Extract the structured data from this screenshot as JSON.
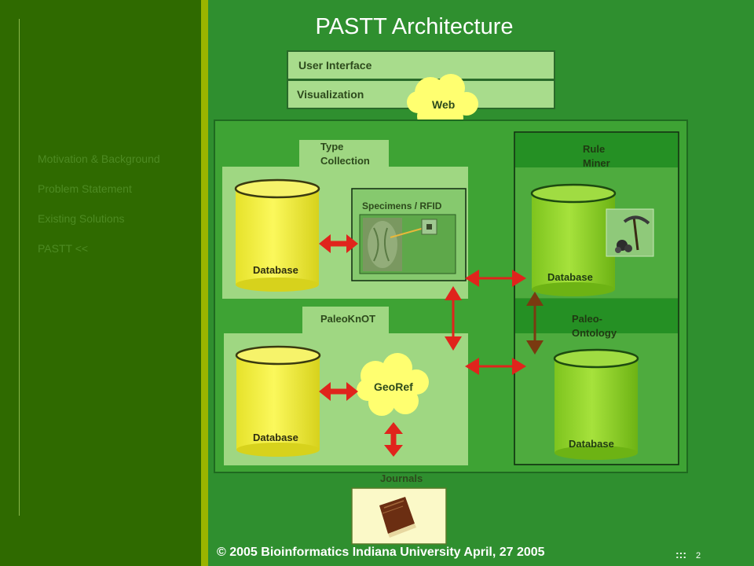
{
  "slide": {
    "title": "PASTT Architecture",
    "footer": "© 2005 Bioinformatics Indiana University  April, 27 2005",
    "footer_dots": ":::",
    "page_number": "2"
  },
  "nav": {
    "items": [
      {
        "label": "Motivation & Background"
      },
      {
        "label": "Problem Statement"
      },
      {
        "label": "Existing Solutions"
      },
      {
        "label": "PASTT <<"
      }
    ]
  },
  "diagram": {
    "user_interface": "User Interface",
    "visualization": "Visualization",
    "web": "Web",
    "type_collection": [
      "Type",
      "Collection"
    ],
    "specimens": "Specimens / RFID",
    "rule_miner": [
      "Rule",
      "Miner"
    ],
    "paleoknot": "PaleoKnOT",
    "paleo_ontology": [
      "Paleo-",
      "Ontology"
    ],
    "georef": "GeoRef",
    "journals": "Journals",
    "database": "Database"
  },
  "colors": {
    "background": "#2f8f2f",
    "sidebar": "#2f6a00",
    "accent_bar": "#9ab400",
    "arrow_red": "#e0241c",
    "arrow_brown": "#7a3a10",
    "cylinder_yellow": "#f2ee3a",
    "cylinder_green": "#8fd22a"
  }
}
